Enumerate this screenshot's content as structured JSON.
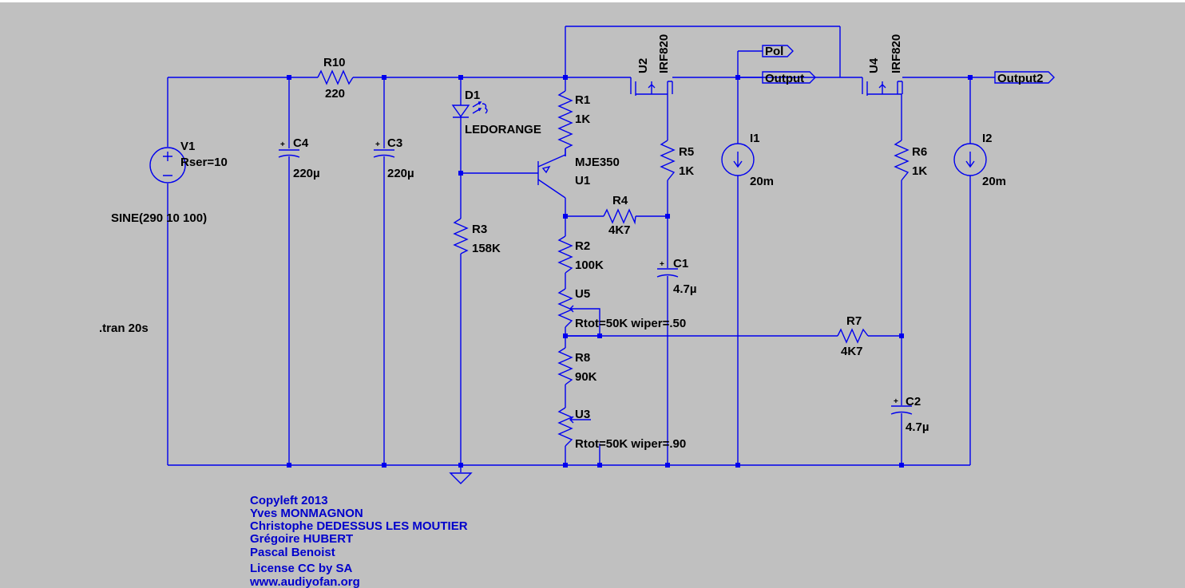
{
  "components": {
    "V1": {
      "ref": "V1",
      "param": "Rser=10",
      "source": "SINE(290 10 100)"
    },
    "R10": {
      "ref": "R10",
      "value": "220"
    },
    "C4": {
      "ref": "C4",
      "value": "220µ"
    },
    "C3": {
      "ref": "C3",
      "value": "220µ"
    },
    "D1": {
      "ref": "D1",
      "value": "LEDORANGE"
    },
    "R1": {
      "ref": "R1",
      "value": "1K"
    },
    "R3": {
      "ref": "R3",
      "value": "158K"
    },
    "Q1": {
      "ref": "U1",
      "value": "MJE350"
    },
    "R4": {
      "ref": "R4",
      "value": "4K7"
    },
    "R2": {
      "ref": "R2",
      "value": "100K"
    },
    "U5": {
      "ref": "U5",
      "value": "Rtot=50K wiper=.50"
    },
    "R8": {
      "ref": "R8",
      "value": "90K"
    },
    "U3": {
      "ref": "U3",
      "value": "Rtot=50K wiper=.90"
    },
    "U2": {
      "ref": "U2",
      "value": "IRF820"
    },
    "R5": {
      "ref": "R5",
      "value": "1K"
    },
    "C1": {
      "ref": "C1",
      "value": "4.7µ"
    },
    "I1": {
      "ref": "I1",
      "value": "20m"
    },
    "U4": {
      "ref": "U4",
      "value": "IRF820"
    },
    "R6": {
      "ref": "R6",
      "value": "1K"
    },
    "I2": {
      "ref": "I2",
      "value": "20m"
    },
    "R7": {
      "ref": "R7",
      "value": "4K7"
    },
    "C2": {
      "ref": "C2",
      "value": "4.7µ"
    }
  },
  "net_labels": {
    "pol": "Pol",
    "output": "Output",
    "output2": "Output2"
  },
  "directive": ".tran 20s",
  "credits": {
    "line1": "Copyleft 2013",
    "line2": "Yves MONMAGNON",
    "line3": "Christophe DEDESSUS LES MOUTIER",
    "line4": "Grégoire HUBERT",
    "line5": "Pascal Benoist",
    "line6": "License CC by SA",
    "line7": "www.audiyofan.org"
  },
  "colors": {
    "background": "#c0c0c0",
    "wire": "#0000ee",
    "text": "#000000",
    "credit": "#0000cc"
  }
}
